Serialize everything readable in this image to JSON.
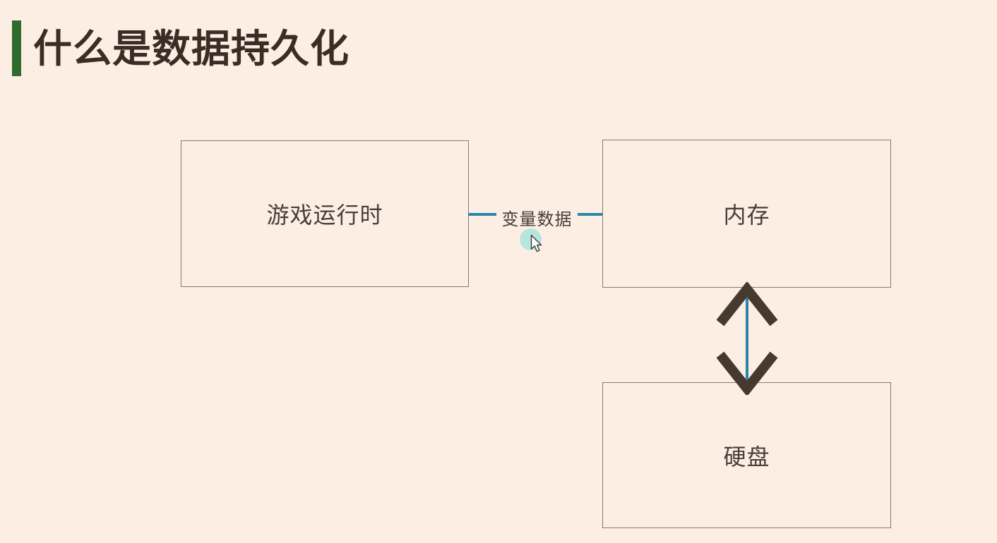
{
  "page": {
    "background": "#fdeee4"
  },
  "header": {
    "title": "什么是数据持久化",
    "accent_color": "#2f6a2f",
    "title_color": "#3a2d24"
  },
  "diagram": {
    "boxes": [
      {
        "label": "游戏运行时"
      },
      {
        "label": "内存"
      },
      {
        "label": "硬盘"
      }
    ],
    "connector_label": "变量数据",
    "line_color": "#2b85ad",
    "arrow_color": "#463a2e",
    "box_border_color": "#877970",
    "box_text_color": "#44403a",
    "cursor_highlight_color": "#b7e6df"
  }
}
